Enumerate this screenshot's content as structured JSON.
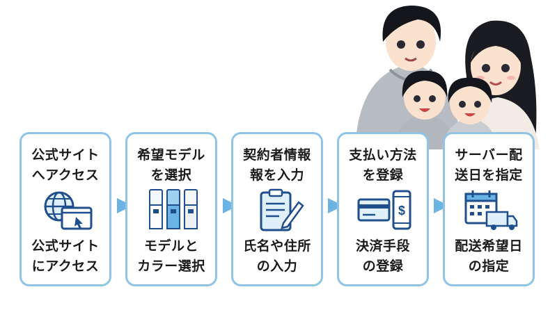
{
  "steps": [
    {
      "title": "公式サイト\nへアクセス",
      "caption": "公式サイト\nにアクセス",
      "icon": "globe-browser-icon"
    },
    {
      "title": "希望モデル\nを選択",
      "caption": "モデルと\nカラー選択",
      "icon": "water-server-icon"
    },
    {
      "title": "契約者情報\n報を入力",
      "caption": "氏名や住所\nの入力",
      "icon": "clipboard-pen-icon"
    },
    {
      "title": "支払い方法\nを登録",
      "caption": "決済手段\nの登録",
      "icon": "credit-card-phone-icon"
    },
    {
      "title": "サーバー配\n送日を指定",
      "caption": "配送希望日\nの指定",
      "icon": "calendar-truck-icon"
    }
  ],
  "colors": {
    "border": "#8fc4e6",
    "arrow": "#6bb3e3",
    "accent": "#1f4e8c"
  }
}
